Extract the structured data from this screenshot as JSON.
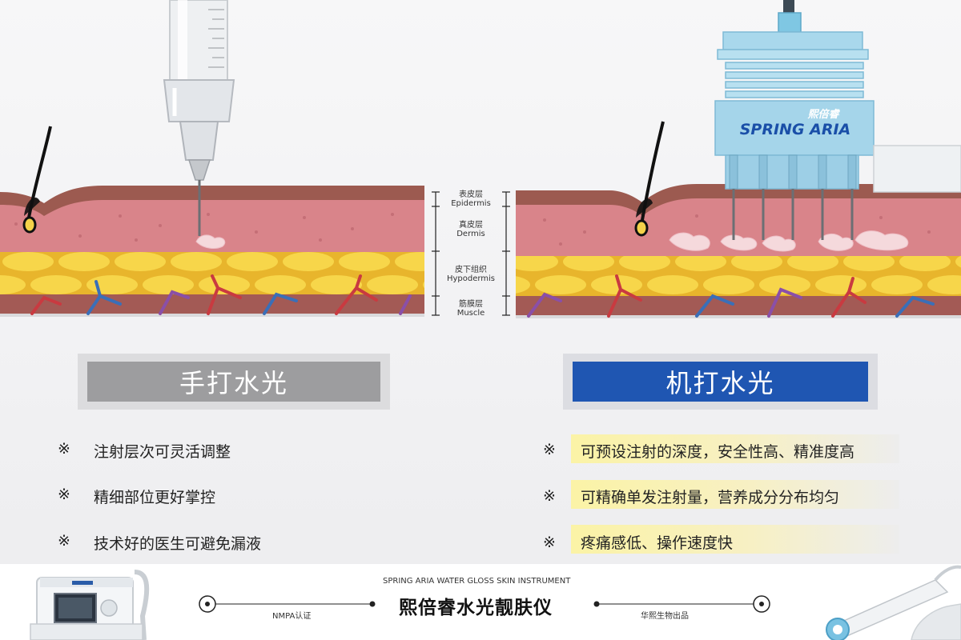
{
  "layers": [
    {
      "zh": "表皮层",
      "en": "Epidermis"
    },
    {
      "zh": "真皮层",
      "en": "Dermis"
    },
    {
      "zh": "皮下组织",
      "en": "Hypodermis"
    },
    {
      "zh": "筋膜层",
      "en": "Muscle"
    }
  ],
  "device": {
    "logo_zh": "熙倍睿",
    "logo_en": "SPRING ARIA"
  },
  "left": {
    "heading": "手打水光",
    "bullet_mark": "※",
    "bullets": [
      "注射层次可灵活调整",
      "精细部位更好掌控",
      "技术好的医生可避免漏液"
    ]
  },
  "right": {
    "heading": "机打水光",
    "bullet_mark": "※",
    "bullets": [
      "可预设注射的深度，安全性高、精准度高",
      "可精确单发注射量，营养成分分布均匀",
      "疼痛感低、操作速度快"
    ]
  },
  "footer": {
    "subtitle": "SPRING ARIA WATER GLOSS SKIN INSTRUMENT",
    "title": "熙倍睿水光靓肤仪",
    "left_note": "NMPA认证",
    "right_note": "华熙生物出品"
  },
  "colors": {
    "epidermis": "#9c5a50",
    "dermis": "#d9848a",
    "fat": "#f6cf3c",
    "muscle": "#a35a55",
    "heading_left": "#9d9d9f",
    "heading_right": "#1f56b2",
    "device_body": "#a9d8ec",
    "highlight": "#fbf3a6"
  }
}
